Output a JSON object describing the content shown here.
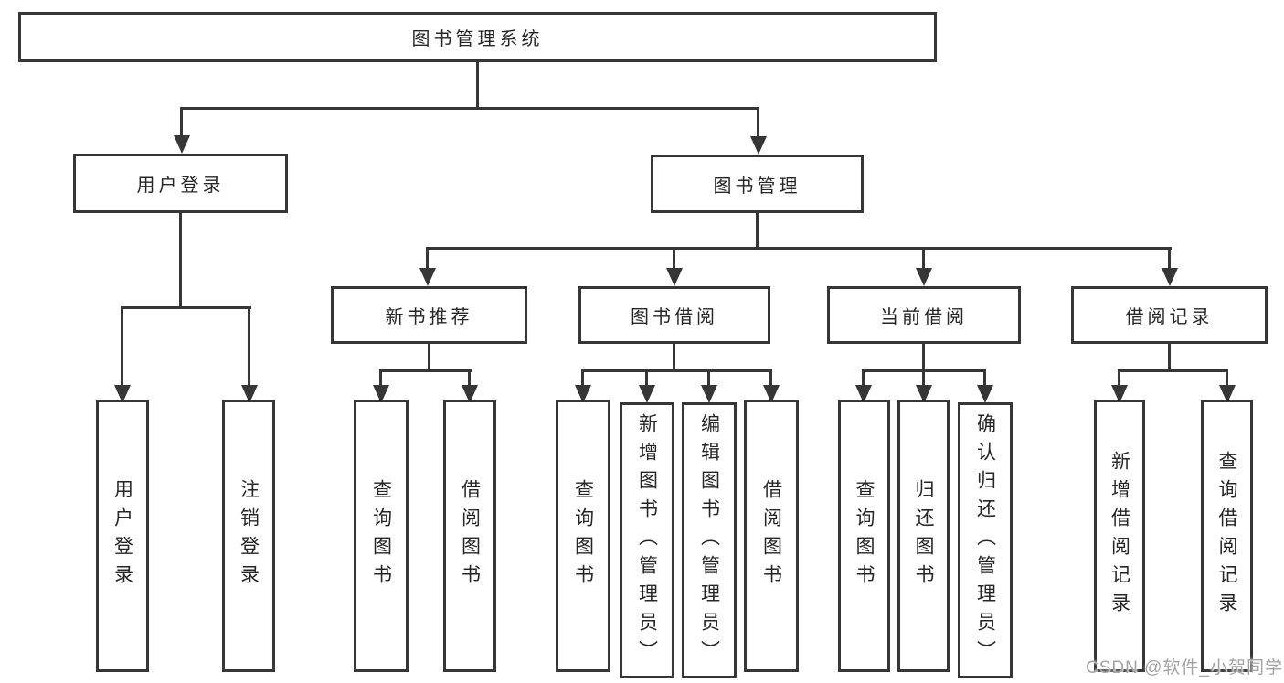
{
  "tree": {
    "root": {
      "label": "图书管理系统"
    },
    "branches": [
      {
        "label": "用户登录",
        "children": [
          {
            "label": "用户登录"
          },
          {
            "label": "注销登录"
          }
        ]
      },
      {
        "label": "图书管理",
        "children": [
          {
            "label": "新书推荐",
            "children": [
              {
                "label": "查询图书"
              },
              {
                "label": "借阅图书"
              }
            ]
          },
          {
            "label": "图书借阅",
            "children": [
              {
                "label": "查询图书"
              },
              {
                "label": "新增图书（管理员）"
              },
              {
                "label": "编辑图书（管理员）"
              },
              {
                "label": "借阅图书"
              }
            ]
          },
          {
            "label": "当前借阅",
            "children": [
              {
                "label": "查询图书"
              },
              {
                "label": "归还图书"
              },
              {
                "label": "确认归还（管理员）"
              }
            ]
          },
          {
            "label": "借阅记录",
            "children": [
              {
                "label": "新增借阅记录"
              },
              {
                "label": "查询借阅记录"
              }
            ]
          }
        ]
      }
    ]
  },
  "watermark": {
    "text": "CSDN @软件_小贺同学"
  },
  "colors": {
    "line": "#363636",
    "text": "#262626",
    "watermark": "#a3a3a3",
    "background": "#ffffff"
  }
}
